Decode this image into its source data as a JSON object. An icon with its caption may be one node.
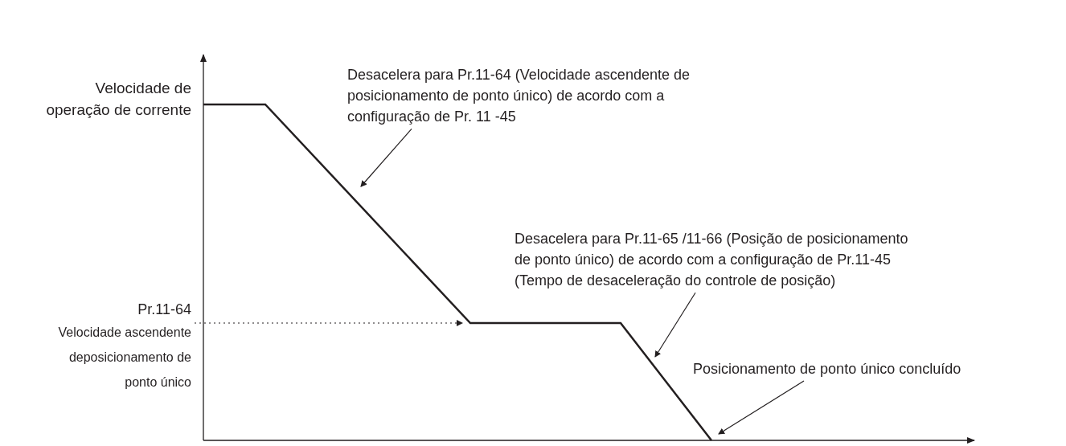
{
  "diagram": {
    "nodes": [
      {
        "text": [
          "Desacelera para Pr.11-64 (Velocidade ascendente de posicionamento de ponto único) de acordo com a configuração de Pr. 11 -45"
        ]
      },
      {
        "text": [
          "Desacelera para Pr.11-65 /11-66 (Posição de posicionamento de ponto único) de acordo com a configuração de Pr.11-45 (Tempo de desaceleração do controle de posição)"
        ]
      },
      {
        "text": [
          "Posicionamento de ponto único concluído"
        ]
      },
      {
        "text": [
          "Pr.11-64",
          "Velocidade ascendente deposicionamento de ponto único"
        ]
      }
    ],
    "edges": [
      {
        "from": 0,
        "to": null,
        "arrow": "to"
      },
      {
        "from": 1,
        "to": null,
        "arrow": "to"
      },
      {
        "from": 2,
        "to": null,
        "arrow": "to"
      },
      {
        "from": 3,
        "to": null,
        "arrow": "to",
        "style": "dashed"
      }
    ],
    "labels": [
      "Velocidade de operação de corrente"
    ]
  }
}
